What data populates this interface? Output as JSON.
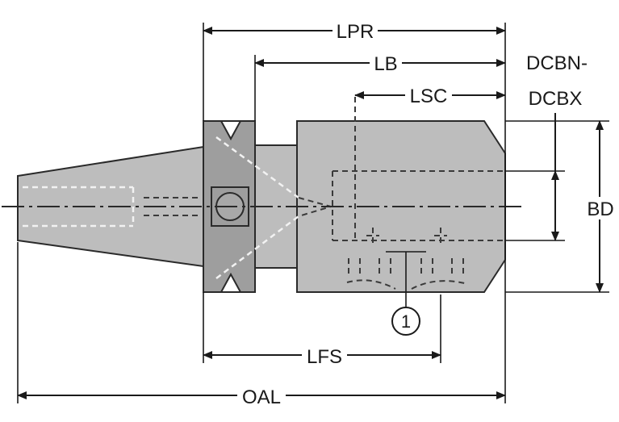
{
  "labels": {
    "lpr": "LPR",
    "lb": "LB",
    "lsc": "LSC",
    "dcbn": "DCBN-",
    "dcbx": "DCBX",
    "bd": "BD",
    "lfs": "LFS",
    "oal": "OAL",
    "callout": "1"
  },
  "colors": {
    "body": "#bdbdbd",
    "line": "#1a1a1a",
    "background": "#ffffff"
  }
}
